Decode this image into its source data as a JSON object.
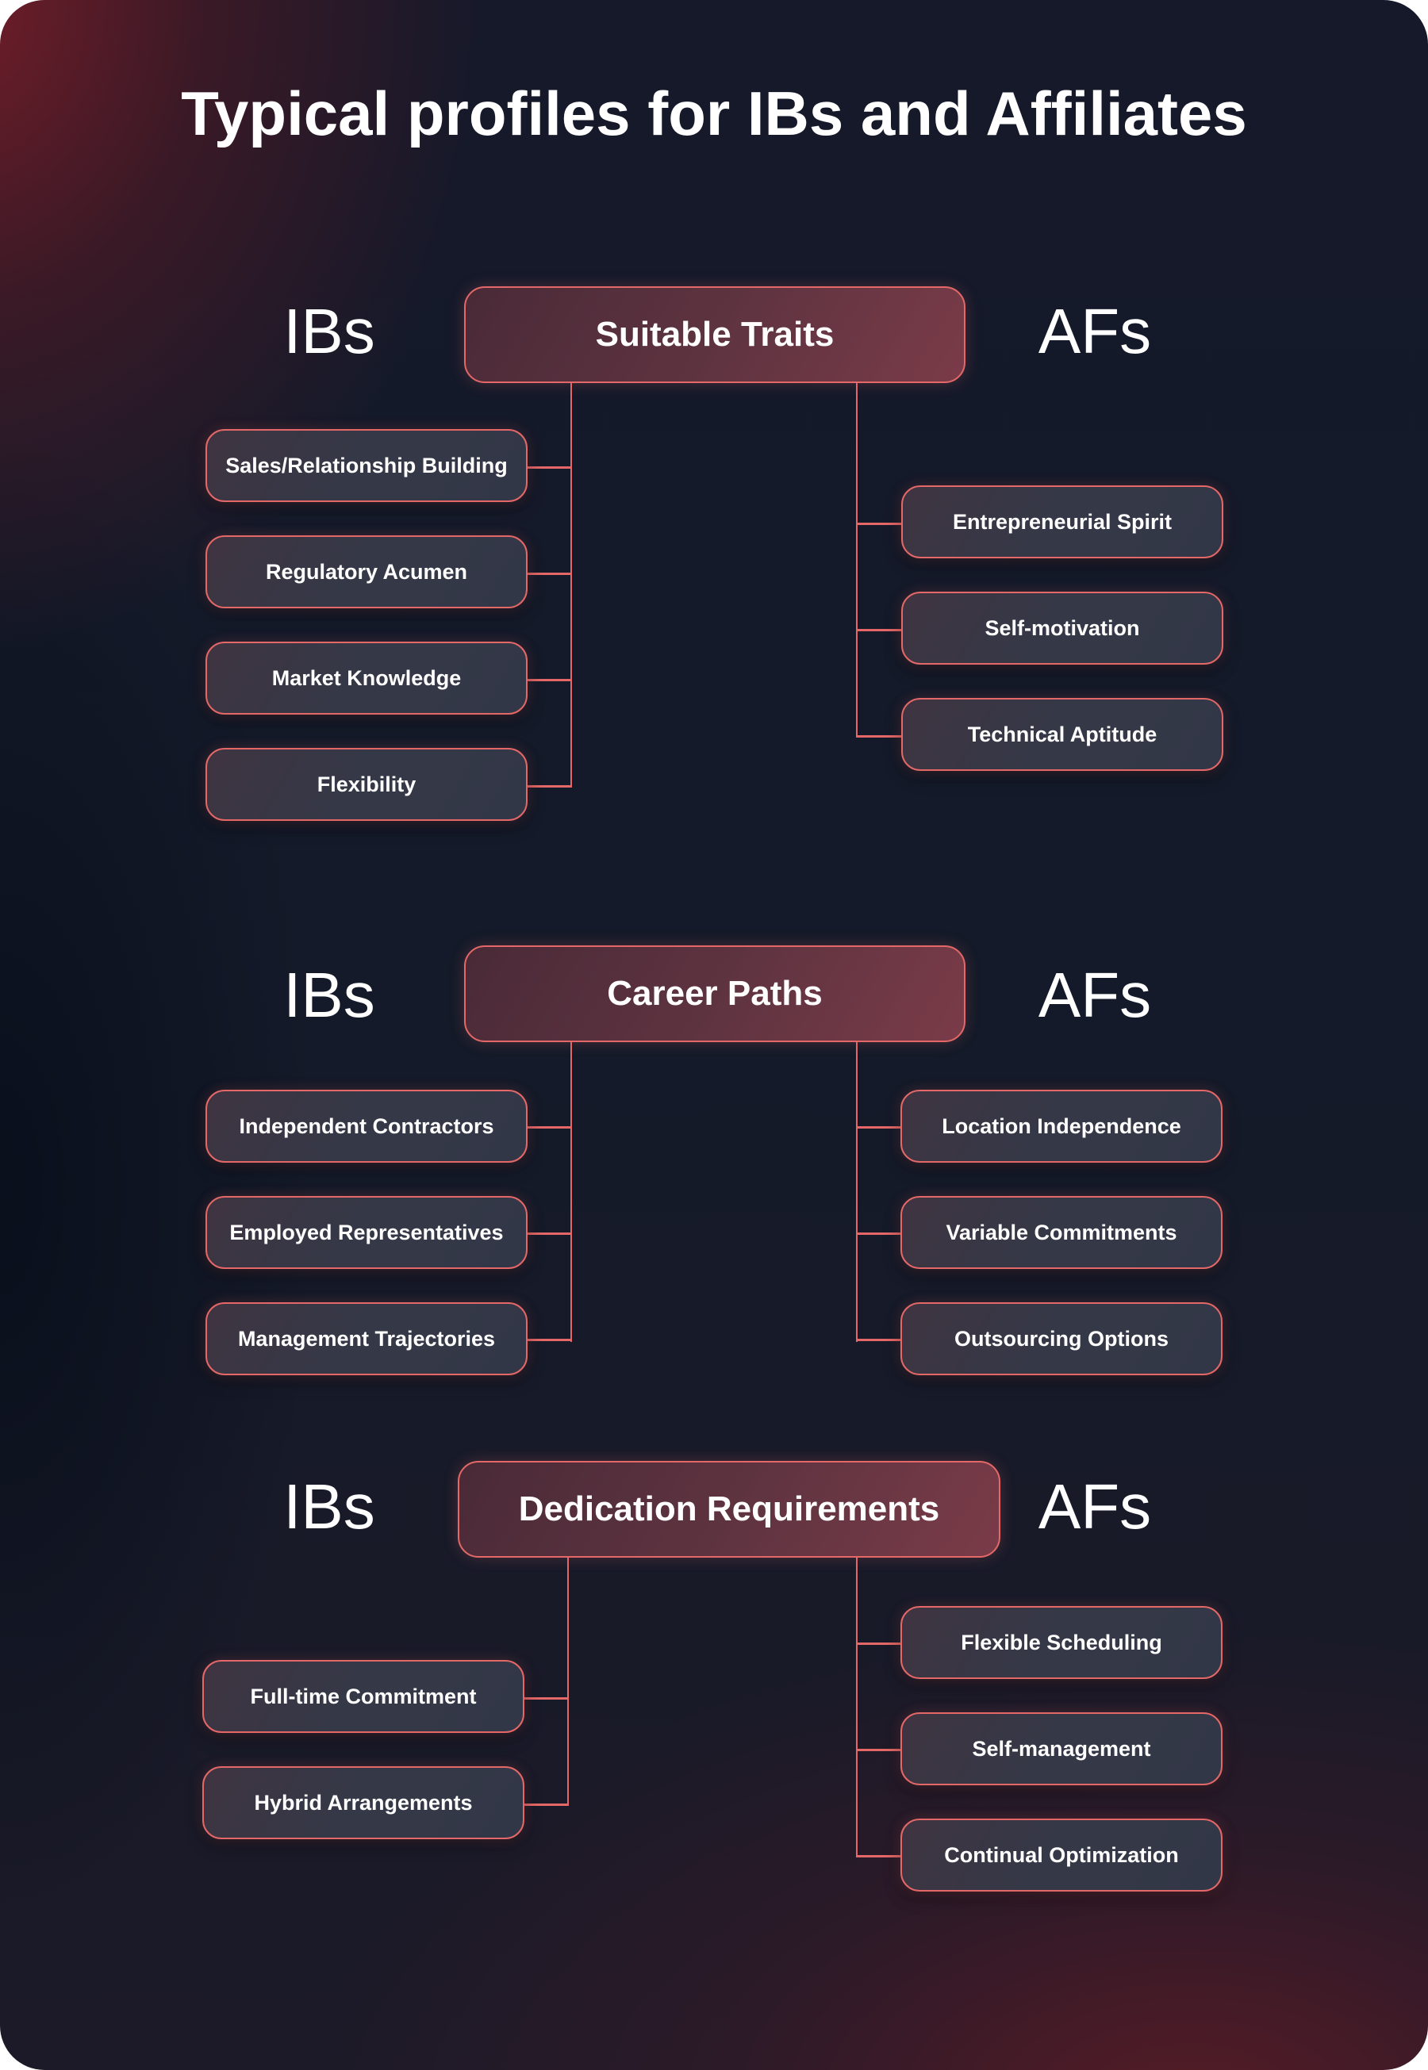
{
  "title": "Typical profiles for IBs and Affiliates",
  "colors": {
    "accent": "#e46868",
    "header_box_start": "#4a2a37",
    "header_box_end": "#7a3b48",
    "item_box": "#353847",
    "background_dark": "#141a29",
    "background_red": "#781e28",
    "text": "#ffffff"
  },
  "sections": [
    {
      "header": "Suitable Traits",
      "left_label": "IBs",
      "right_label": "AFs",
      "left_items": [
        "Sales/Relationship Building",
        "Regulatory Acumen",
        "Market Knowledge",
        "Flexibility"
      ],
      "right_items": [
        "Entrepreneurial Spirit",
        "Self-motivation",
        "Technical Aptitude"
      ]
    },
    {
      "header": "Career Paths",
      "left_label": "IBs",
      "right_label": "AFs",
      "left_items": [
        "Independent Contractors",
        "Employed Representatives",
        "Management Trajectories"
      ],
      "right_items": [
        "Location Independence",
        "Variable Commitments",
        "Outsourcing Options"
      ]
    },
    {
      "header": "Dedication Requirements",
      "left_label": "IBs",
      "right_label": "AFs",
      "left_items": [
        "Full-time Commitment",
        "Hybrid Arrangements"
      ],
      "right_items": [
        "Flexible Scheduling",
        "Self-management",
        "Continual Optimization"
      ]
    }
  ]
}
